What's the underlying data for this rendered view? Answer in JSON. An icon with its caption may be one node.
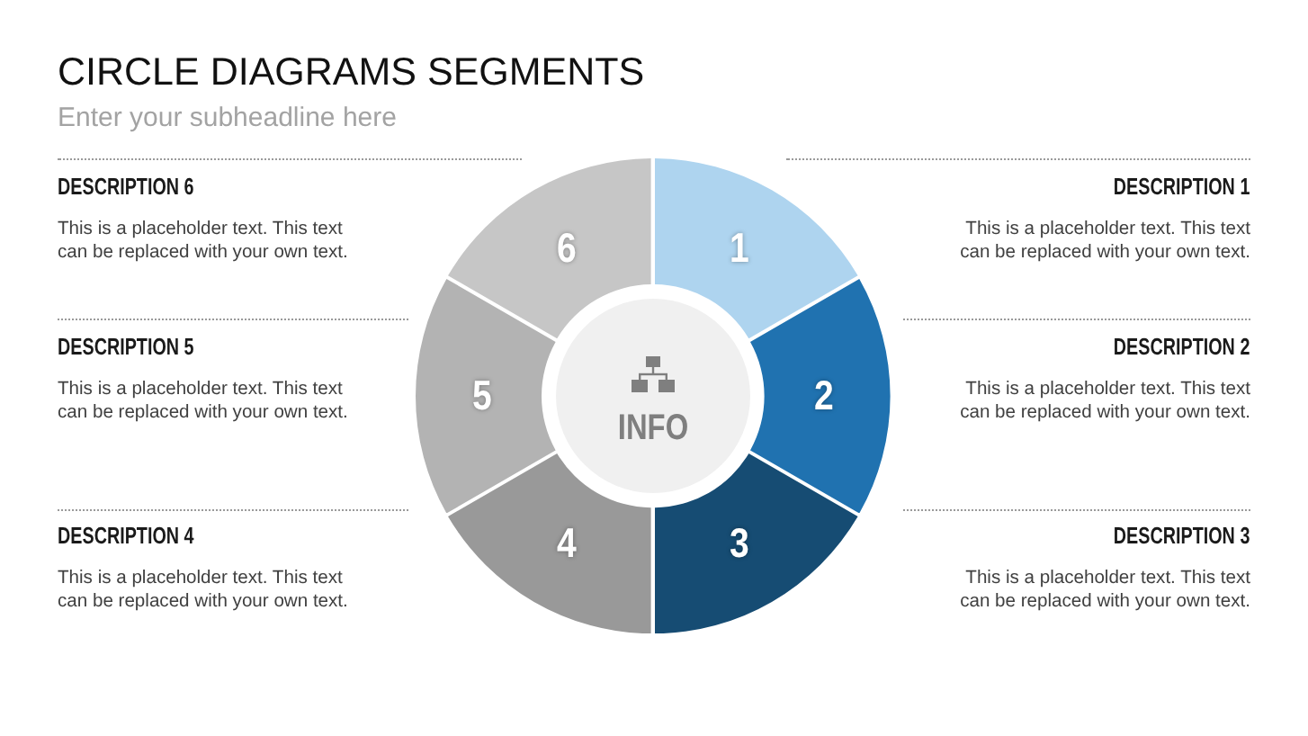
{
  "diagram": {
    "title": "CIRCLE DIAGRAMS SEGMENTS",
    "nodes": [
      {
        "text": [
          "1"
        ],
        "beside": [
          "DESCRIPTION 1",
          "This is a placeholder text. This text can be replaced with your own text."
        ]
      },
      {
        "text": [
          "2"
        ],
        "beside": [
          "DESCRIPTION 2",
          "This is a placeholder text. This text can be replaced with your own text."
        ]
      },
      {
        "text": [
          "3"
        ],
        "beside": [
          "DESCRIPTION 3",
          "This is a placeholder text. This text can be replaced with your own text."
        ]
      },
      {
        "text": [
          "4"
        ],
        "beside": [
          "DESCRIPTION 4",
          "This is a placeholder text. This text can be replaced with your own text."
        ]
      },
      {
        "text": [
          "5"
        ],
        "beside": [
          "DESCRIPTION 5",
          "This is a placeholder text. This text can be replaced with your own text."
        ]
      },
      {
        "text": [
          "6"
        ],
        "beside": [
          "DESCRIPTION 6",
          "This is a placeholder text. This text can be replaced with your own text."
        ]
      },
      {
        "text": [
          "INFO"
        ]
      }
    ],
    "labels": [
      "Enter your subheadline here"
    ]
  }
}
